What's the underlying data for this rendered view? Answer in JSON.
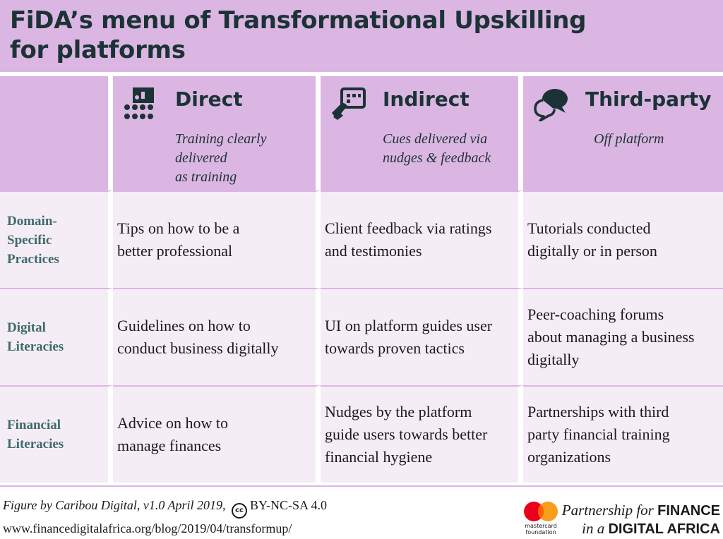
{
  "title": {
    "line1": "FiDA’s menu of Transformational Upskilling",
    "line2": "for platforms"
  },
  "columns": [
    {
      "icon": "classroom-training-icon",
      "label": "Direct",
      "sub_lines": [
        "Training clearly",
        "delivered",
        "as training"
      ]
    },
    {
      "icon": "tablet-hand-icon",
      "label": "Indirect",
      "sub_lines": [
        "Cues delivered via",
        "nudges & feedback"
      ]
    },
    {
      "icon": "speech-bubbles-icon",
      "label": "Third-party",
      "sub_lines": [
        "Off platform"
      ]
    }
  ],
  "rows": [
    {
      "label_lines": [
        "Domain-",
        "Specific",
        "Practices"
      ],
      "cells": [
        [
          "Tips on how to be a",
          "better professional"
        ],
        [
          "Client feedback via ratings",
          "and testimonies"
        ],
        [
          "Tutorials conducted",
          "digitally or in person"
        ]
      ]
    },
    {
      "label_lines": [
        "Digital",
        "Literacies"
      ],
      "cells": [
        [
          "Guidelines on how to",
          "conduct business digitally"
        ],
        [
          "UI on platform guides user",
          "towards proven tactics"
        ],
        [
          "Peer-coaching forums",
          "about managing  a business",
          "digitally"
        ]
      ]
    },
    {
      "label_lines": [
        "Financial",
        "Literacies"
      ],
      "cells": [
        [
          "Advice on how to",
          "manage finances"
        ],
        [
          "Nudges by the platform",
          "guide users towards better",
          "financial hygiene"
        ],
        [
          "Partnerships with third",
          "party financial training",
          "organizations"
        ]
      ]
    }
  ],
  "footer": {
    "figure_by": "Figure by Caribou Digital, v1.0 April 2019,",
    "cc_symbol": "cc",
    "license": "BY-NC-SA 4.0",
    "url": "www.financedigitalafrica.org/blog/2019/04/transformup/",
    "mastercard_line1": "mastercard",
    "mastercard_line2": "foundation",
    "partnership_italic_1": "Partnership for",
    "partnership_caps_1": "FINANCE",
    "partnership_italic_2": "in a",
    "partnership_caps_2": "DIGITAL AFRICA"
  },
  "colors": {
    "header_purple": "#dcb6e2",
    "cell_pale": "#f5edf6",
    "title_text": "#1b3336",
    "row_label_teal": "#3e6a6a",
    "mc_red": "#eb001b",
    "mc_orange": "#f79e1b"
  }
}
